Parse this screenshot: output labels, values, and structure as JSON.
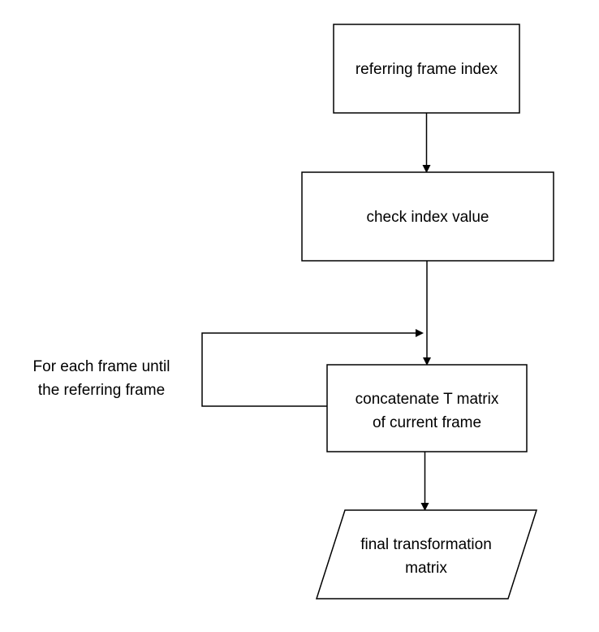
{
  "diagram": {
    "nodes": {
      "referring_frame_index": {
        "label": "referring frame index"
      },
      "check_index_value": {
        "label": "check index value"
      },
      "concatenate": {
        "line1": "concatenate T matrix",
        "line2": "of current frame"
      },
      "final_matrix": {
        "line1": "final transformation",
        "line2": "matrix"
      }
    },
    "loop_label": {
      "line1": "For each frame until",
      "line2": "the referring frame"
    },
    "colors": {
      "stroke": "#000000",
      "fill": "#ffffff",
      "text": "#000000"
    }
  }
}
